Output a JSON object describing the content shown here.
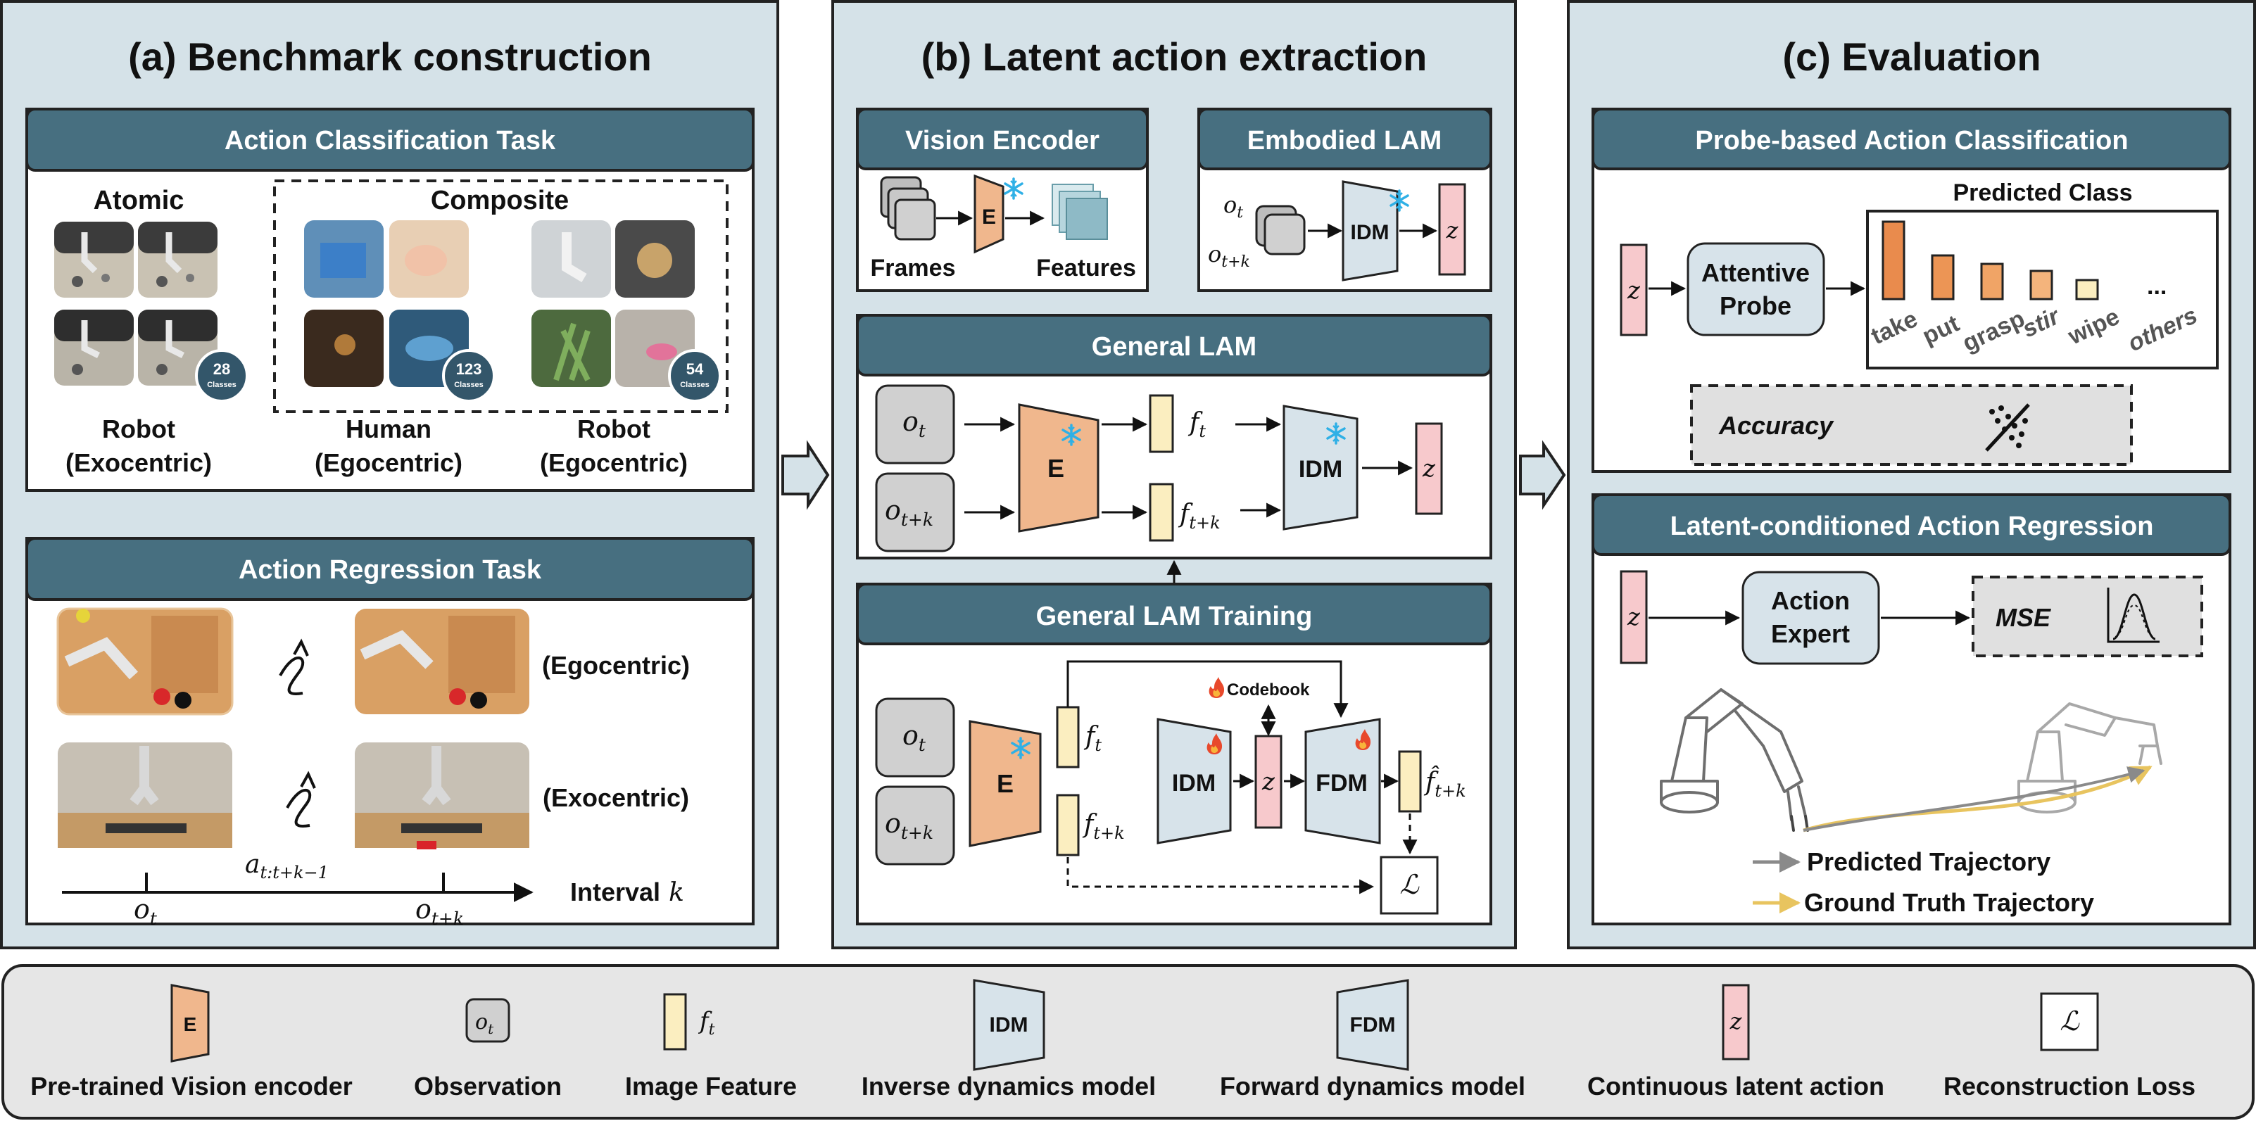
{
  "panels": {
    "a_title": "(a) Benchmark construction",
    "b_title": "(b) Latent action extraction",
    "c_title": "(c) Evaluation"
  },
  "panel_a": {
    "cls_header": "Action Classification Task",
    "atomic": "Atomic",
    "composite": "Composite",
    "badge1_num": "28",
    "badge2_num": "123",
    "badge3_num": "54",
    "badge_sub": "Classes",
    "robot_exo_1": "Robot",
    "robot_exo_2": "(Exocentric)",
    "human_ego_1": "Human",
    "human_ego_2": "(Egocentric)",
    "robot_ego_1": "Robot",
    "robot_ego_2": "(Egocentric)",
    "reg_header": "Action Regression Task",
    "egocentric": "(Egocentric)",
    "exocentric": "(Exocentric)",
    "action_sym": "a",
    "action_sub": "t:t+k−1",
    "o_sym": "o",
    "o_sub_t": "t",
    "o_sub_tk": "t+k",
    "interval": "Interval",
    "k_sym": "k"
  },
  "panel_b": {
    "vision_encoder": "Vision  Encoder",
    "frames": "Frames",
    "features": "Features",
    "e_label": "E",
    "embodied_lam": "Embodied LAM",
    "idm": "IDM",
    "fdm": "FDM",
    "z": "z",
    "general_lam": "General LAM",
    "f_sym": "f",
    "f_hat": "f̂",
    "general_lam_training": "General LAM Training",
    "codebook": "Codebook",
    "loss": "ℒ"
  },
  "panel_c": {
    "probe_header": "Probe-based Action Classification",
    "attentive_1": "Attentive",
    "attentive_2": "Probe",
    "predicted_class": "Predicted Class",
    "classes": [
      "take",
      "put",
      "grasp",
      "stir",
      "wipe",
      "others"
    ],
    "dots": "...",
    "accuracy": "Accuracy",
    "reg_header": "Latent-conditioned Action Regression",
    "expert_1": "Action",
    "expert_2": "Expert",
    "mse": "MSE",
    "pred_traj": "Predicted Trajectory",
    "gt_traj": "Ground Truth Trajectory"
  },
  "legend": {
    "encoder": "Pre-trained Vision encoder",
    "observation": "Observation",
    "image_feature": "Image Feature",
    "inverse": "Inverse dynamics model",
    "forward": "Forward dynamics model",
    "latent": "Continuous latent action",
    "recon": "Reconstruction Loss"
  },
  "colors": {
    "panel_bg": "#d5e2e8",
    "header": "#476f80",
    "encoder": "#f0b78d",
    "idm": "#d7e3ea",
    "feature": "#fbeec0",
    "latent": "#f7c9cc",
    "obs": "#d0d0d0",
    "bar": "#e98b4d",
    "gt_traj": "#e8c45f",
    "pred_traj": "#8a8a8a"
  }
}
